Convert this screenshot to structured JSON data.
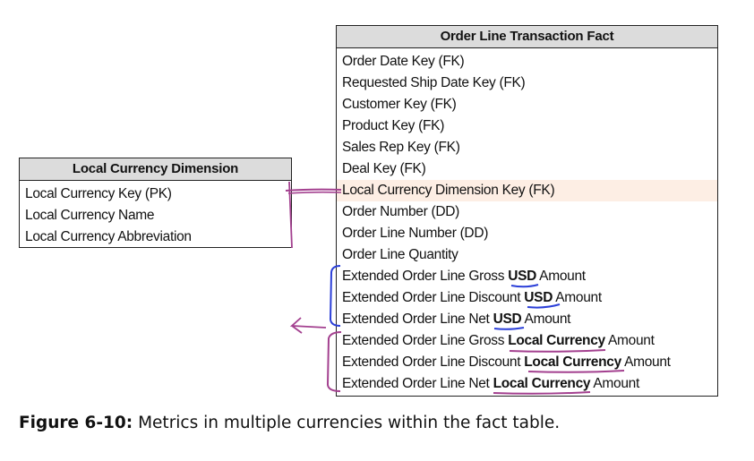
{
  "fact_table": {
    "title": "Order Line Transaction Fact",
    "rows": [
      {
        "text": "Order Date Key (FK)"
      },
      {
        "text": "Requested Ship Date Key (FK)"
      },
      {
        "text": "Customer Key (FK)"
      },
      {
        "text": "Product Key (FK)"
      },
      {
        "text": "Sales Rep Key (FK)"
      },
      {
        "text": "Deal Key (FK)"
      },
      {
        "text": "Local Currency Dimension Key (FK)"
      },
      {
        "text": "Order Number (DD)"
      },
      {
        "text": "Order Line Number (DD)"
      },
      {
        "text": "Order Line Quantity"
      },
      {
        "pre": "Extended Order Line Gross ",
        "em": "USD",
        "post": " Amount"
      },
      {
        "pre": "Extended Order Line Discount ",
        "em": "USD",
        "post": " Amount"
      },
      {
        "pre": "Extended Order Line Net ",
        "em": "USD",
        "post": " Amount"
      },
      {
        "pre": "Extended Order Line Gross ",
        "em": "Local Currency",
        "post": " Amount"
      },
      {
        "pre": "Extended Order Line Discount ",
        "em": "Local Currency",
        "post": " Amount"
      },
      {
        "pre": "Extended Order Line Net ",
        "em": "Local Currency",
        "post": " Amount"
      }
    ]
  },
  "dimension_table": {
    "title": "Local Currency Dimension",
    "rows": [
      "Local Currency Key (PK)",
      "Local Currency Name",
      "Local Currency Abbreviation"
    ]
  },
  "caption": {
    "label": "Figure 6-10:",
    "text": "Metrics in multiple currencies within the fact table."
  },
  "colors": {
    "pen_blue": "#2b3fd8",
    "pen_purple": "#a3408f",
    "row_highlight": "#fdeee4"
  }
}
